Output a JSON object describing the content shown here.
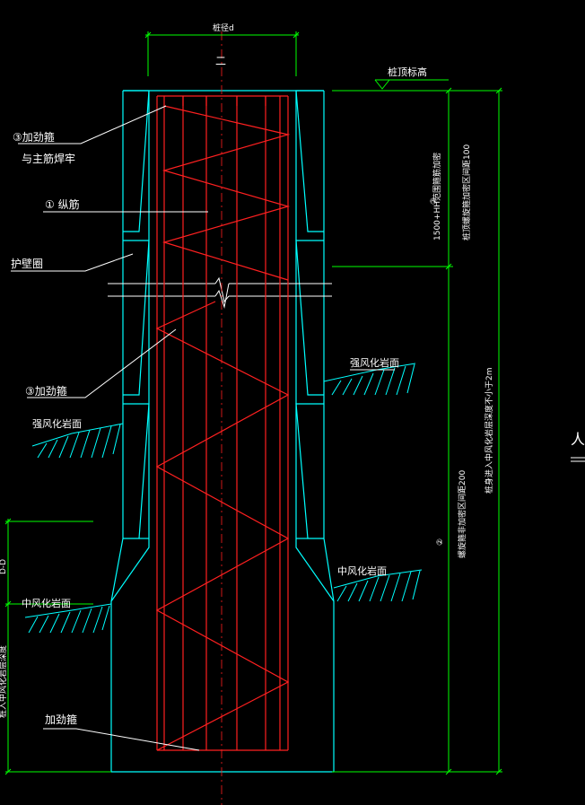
{
  "labels": {
    "pile_diameter": "桩径d",
    "pile_top_elevation": "桩顶标高",
    "stiffener_weld": "③加劲箍",
    "stiffener_weld_2": "与主筋焊牢",
    "longitudinal_bar": "① 纵筋",
    "retaining_ring": "护壁圈",
    "stiffener_mid": "③加劲箍",
    "strong_weathered_right": "强风化岩面",
    "strong_weathered_left": "强风化岩面",
    "medium_weathered_right": "中风化岩面",
    "medium_weathered_left": "中风化岩面",
    "stiffener_bottom": "加劲箍",
    "dim_top_num": "②",
    "dim_top_line1": "1500+HH范围箍筋加密",
    "dim_top_line2": "桩顶螺旋箍加密区间距100",
    "dim_mid_num": "②",
    "dim_mid_line1": "螺旋箍非加密区间距200",
    "dim_right_long": "桩身进入中风化岩层深度不小于2m",
    "dim_left_side": "桩入中风化岩层深度",
    "dim_left_top": "D-D",
    "edge_partial": "人",
    "center_mark": "二"
  },
  "colors": {
    "background": "#000000",
    "outline": "#00ffff",
    "rebar": "#ff2020",
    "dimension": "#00ff00",
    "leader": "#ffffff",
    "hatch": "#00ffff",
    "elevation_marker": "#00ff00"
  }
}
